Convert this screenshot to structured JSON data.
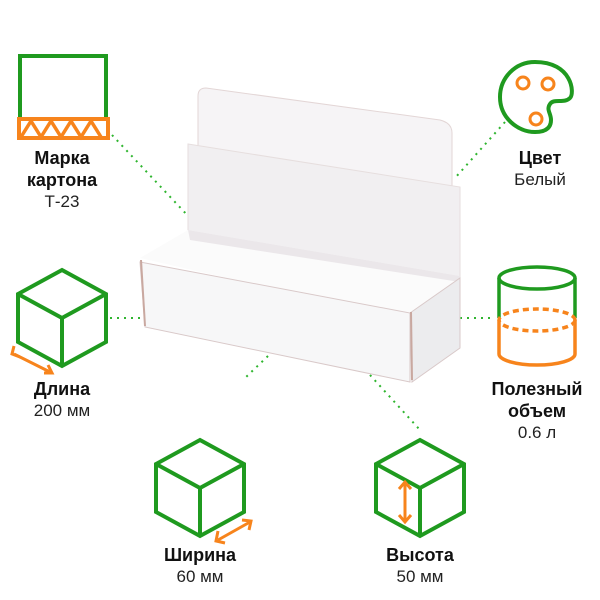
{
  "colors": {
    "green": "#1f9a1f",
    "orange": "#f7841c",
    "dots": "#2fb52f"
  },
  "features": [
    {
      "icon": "cardboard-grade-icon",
      "title_lines": [
        "Марка",
        "картона"
      ],
      "value": "Т-23"
    },
    {
      "icon": "palette-icon",
      "title_lines": [
        "Цвет"
      ],
      "value": "Белый"
    },
    {
      "icon": "length-cube-icon",
      "title_lines": [
        "Длина"
      ],
      "value": "200 мм"
    },
    {
      "icon": "volume-cylinder-icon",
      "title_lines": [
        "Полезный",
        "объем"
      ],
      "value": "0.6 л"
    },
    {
      "icon": "width-cube-icon",
      "title_lines": [
        "Ширина"
      ],
      "value": "60 мм"
    },
    {
      "icon": "height-cube-icon",
      "title_lines": [
        "Высота"
      ],
      "value": "50 мм"
    }
  ]
}
